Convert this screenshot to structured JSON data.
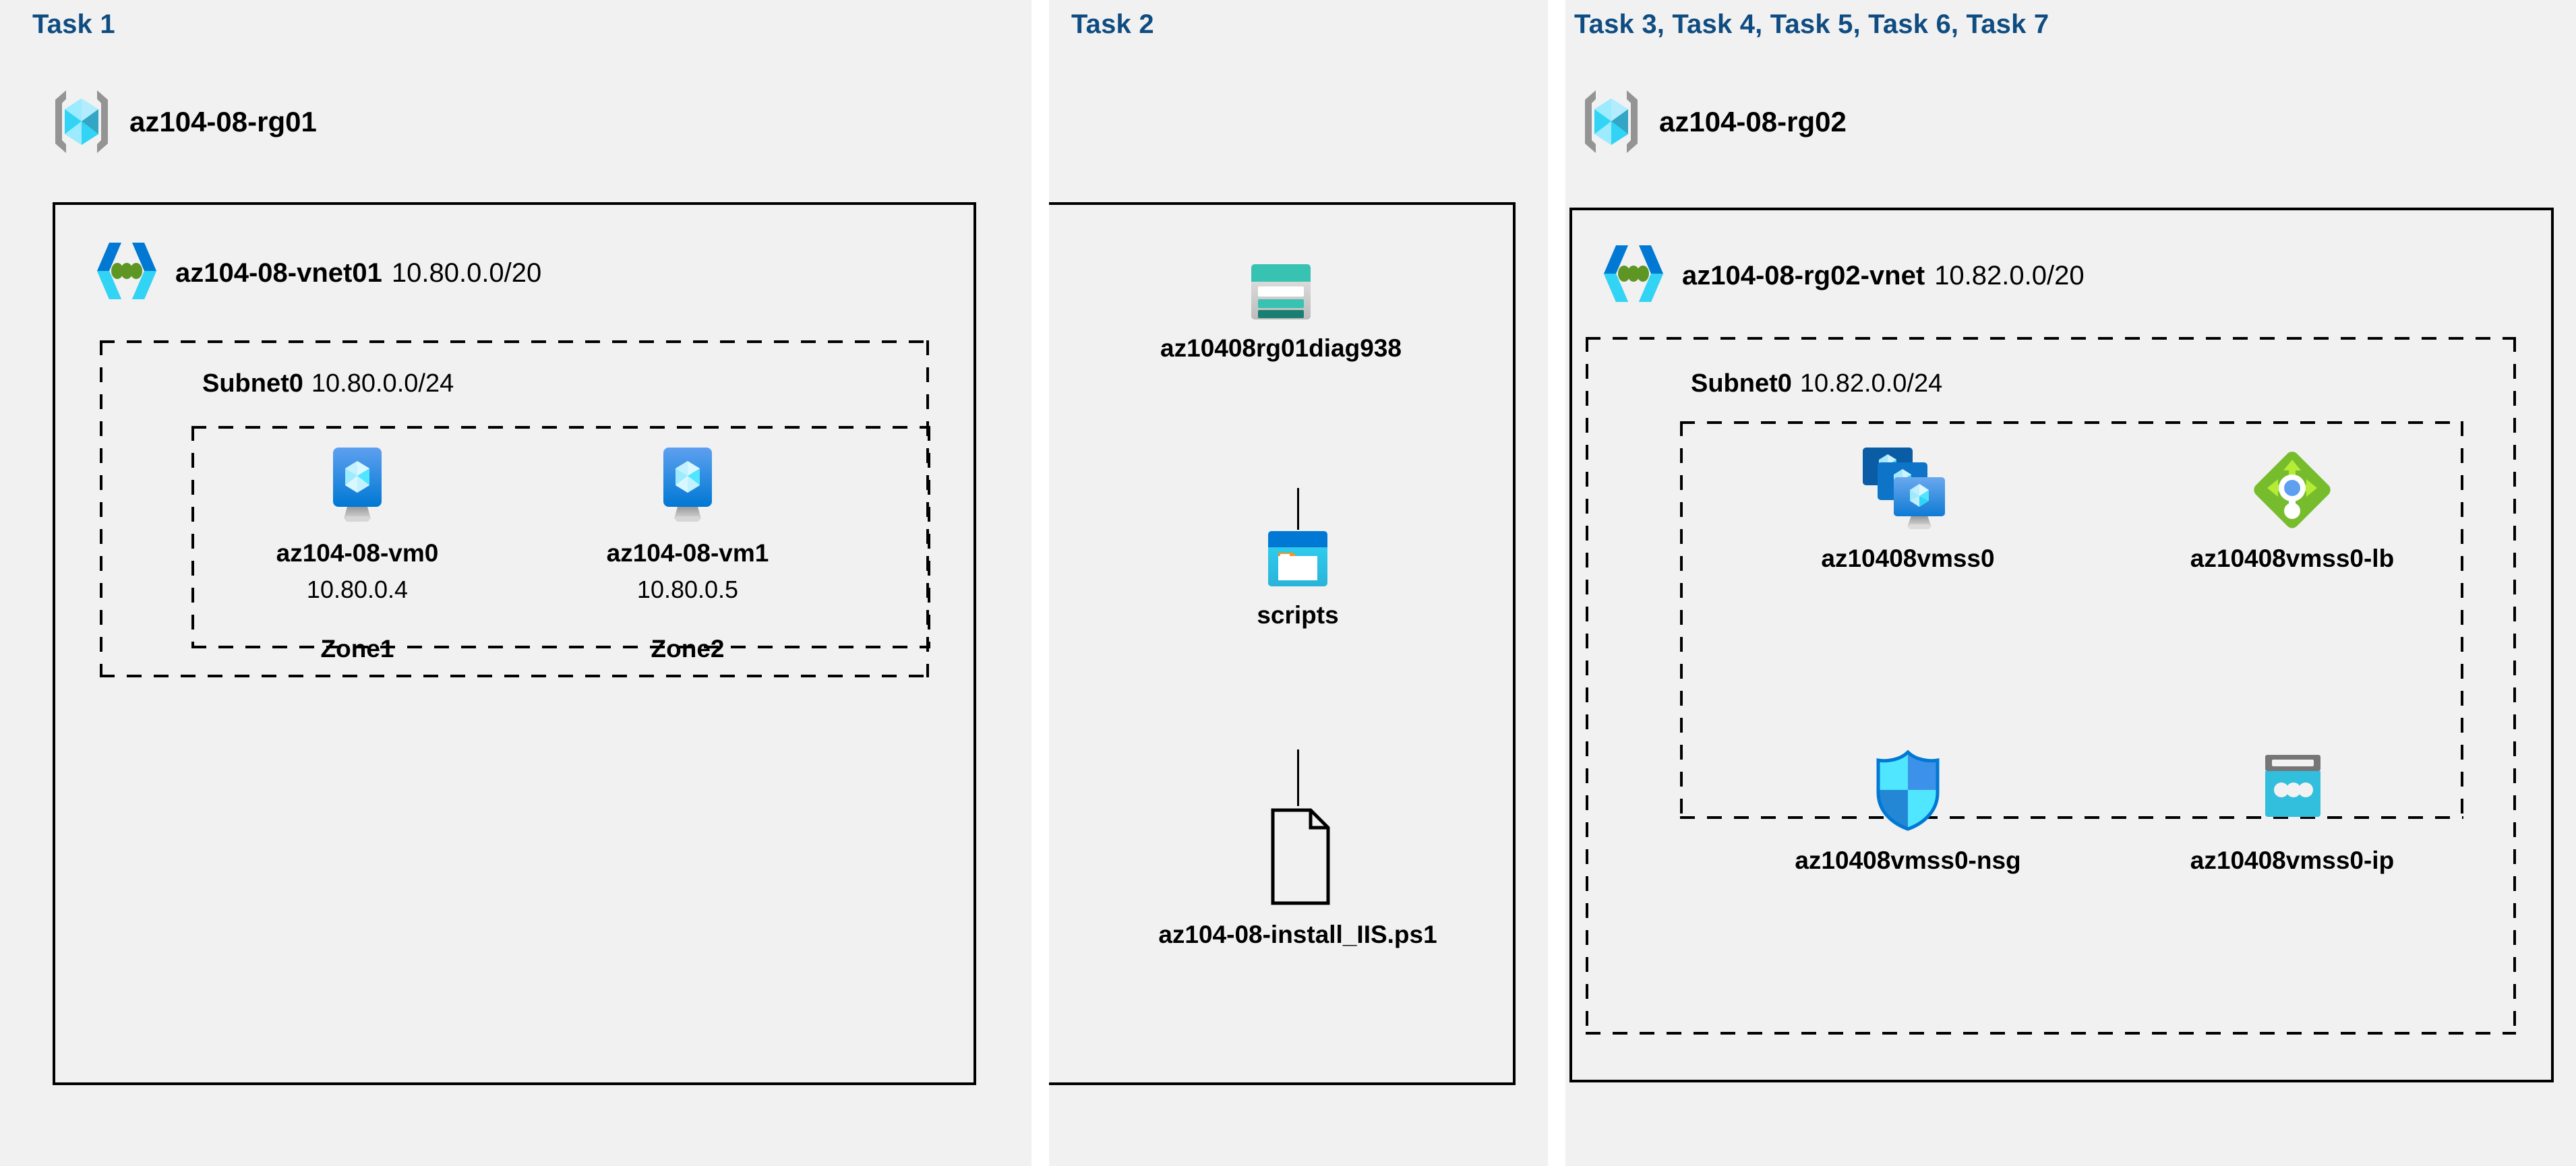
{
  "panels": {
    "task1": {
      "label": "Task 1",
      "resource_group": {
        "name": "az104-08-rg01",
        "icon": "resource-group-icon"
      },
      "vnet": {
        "name": "az104-08-vnet01",
        "cidr": "10.80.0.0/20",
        "icon": "virtual-network-icon"
      },
      "subnet": {
        "name": "Subnet0",
        "cidr": "10.80.0.0/24"
      },
      "vms": [
        {
          "name": "az104-08-vm0",
          "ip": "10.80.0.4",
          "zone": "Zone1",
          "icon": "virtual-machine-icon"
        },
        {
          "name": "az104-08-vm1",
          "ip": "10.80.0.5",
          "zone": "Zone2",
          "icon": "virtual-machine-icon"
        }
      ]
    },
    "task2": {
      "label": "Task 2",
      "storage_account": {
        "name": "az10408rg01diag938",
        "icon": "storage-account-icon"
      },
      "container": {
        "name": "scripts",
        "icon": "blob-container-icon"
      },
      "file": {
        "name": "az104-08-install_IIS.ps1",
        "icon": "file-document-icon"
      }
    },
    "task3": {
      "label": "Task 3, Task 4, Task 5, Task 6, Task 7",
      "resource_group": {
        "name": "az104-08-rg02",
        "icon": "resource-group-icon"
      },
      "vnet": {
        "name": "az104-08-rg02-vnet",
        "cidr": "10.82.0.0/20",
        "icon": "virtual-network-icon"
      },
      "subnet": {
        "name": "Subnet0",
        "cidr": "10.82.0.0/24"
      },
      "resources": [
        {
          "name": "az10408vmss0",
          "icon": "vm-scale-set-icon"
        },
        {
          "name": "az10408vmss0-lb",
          "icon": "load-balancer-icon"
        },
        {
          "name": "az10408vmss0-nsg",
          "icon": "network-security-group-icon"
        },
        {
          "name": "az10408vmss0-ip",
          "icon": "public-ip-address-icon"
        }
      ]
    }
  },
  "colors": {
    "task_label": "#0f4c81",
    "panel_background": "#f1f1f1",
    "page_background": "#ffffff",
    "border": "#000000",
    "azure_cube_cyan": "#32d4f5",
    "vnet_blue": "#0078d4",
    "vnet_green": "#5e9624",
    "storage_teal": "#37c2b1",
    "load_balancer_green": "#6bb424",
    "public_ip_cyan": "#32bedd",
    "vm_blue": "#0078d4"
  }
}
